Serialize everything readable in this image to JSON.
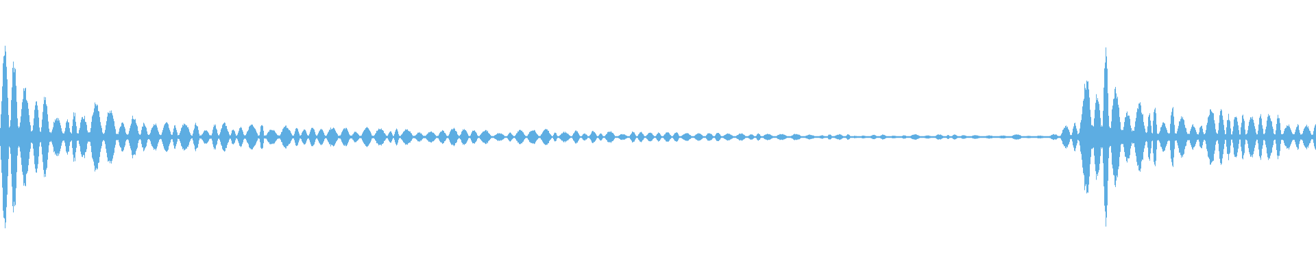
{
  "chart_data": {
    "type": "area",
    "title": "",
    "xlabel": "",
    "ylabel": "",
    "ylim": [
      -1,
      1
    ],
    "grid": false,
    "legend": "none",
    "color": "#5dade2",
    "series": [
      {
        "envelope_amplitude": [
          0.68,
          0.62,
          0.35,
          0.3,
          0.28,
          0.25,
          0.28,
          0.22,
          0.2,
          0.16,
          0.15,
          0.13,
          0.14,
          0.11,
          0.1,
          0.12,
          0.11,
          0.1,
          0.11,
          0.1,
          0.1,
          0.09,
          0.1,
          0.09,
          0.08,
          0.09,
          0.08,
          0.08,
          0.08,
          0.07,
          0.08,
          0.07,
          0.07,
          0.07,
          0.06,
          0.07,
          0.06,
          0.06,
          0.06,
          0.06,
          0.06,
          0.05,
          0.05,
          0.05,
          0.05,
          0.05,
          0.04,
          0.04,
          0.04,
          0.04,
          0.04,
          0.035,
          0.035,
          0.03,
          0.03,
          0.03,
          0.025,
          0.025,
          0.025,
          0.02,
          0.02,
          0.02,
          0.02,
          0.02,
          0.02,
          0.02,
          0.02,
          0.02,
          0.02,
          0.02,
          0.02,
          0.02,
          0.02,
          0.02,
          0.02,
          0.02,
          0.02,
          0.08,
          0.15,
          0.7,
          0.74,
          0.48,
          0.4,
          0.3,
          0.22,
          0.25,
          0.2,
          0.18,
          0.22,
          0.2,
          0.18,
          0.16,
          0.2,
          0.17,
          0.18,
          0.16
        ]
      }
    ]
  }
}
